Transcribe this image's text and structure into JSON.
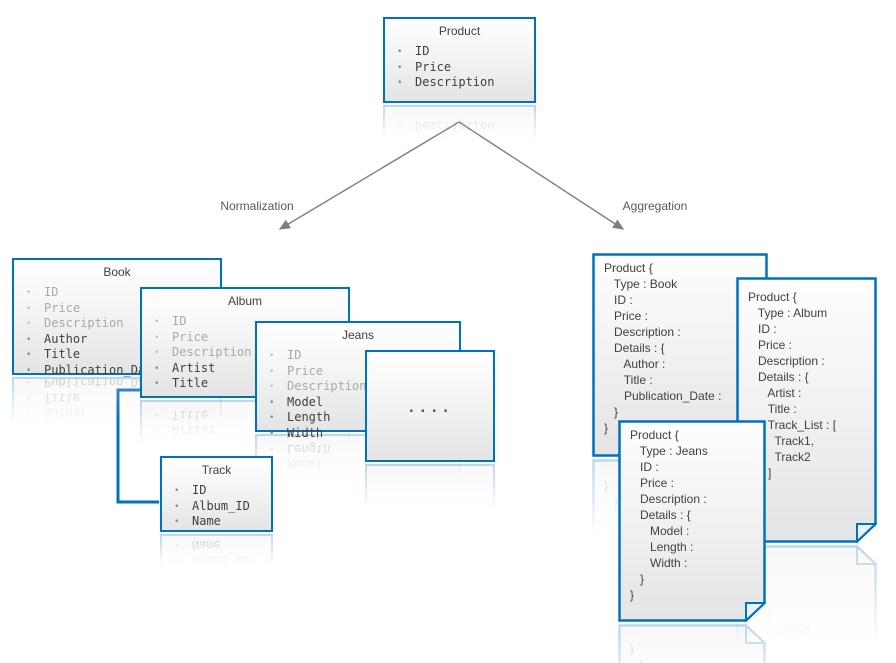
{
  "colors": {
    "border_blue": "#0070c0",
    "box_fill_top": "#ffffff",
    "box_fill_bottom": "#e4e4e4",
    "dark_text": "#3f3f3f",
    "muted_text": "#a9a9a9",
    "title_text": "#404040",
    "label_text": "#595959",
    "arrow_gray": "#7f7f7f"
  },
  "root_box": {
    "title": "Product",
    "items": [
      {
        "label": "ID",
        "muted": false
      },
      {
        "label": "Price",
        "muted": false
      },
      {
        "label": "Description",
        "muted": false
      }
    ]
  },
  "branch_labels": {
    "left": "Normalization",
    "right": "Aggregation"
  },
  "normalized_entities": {
    "book": {
      "title": "Book",
      "items": [
        {
          "label": "ID",
          "muted": true
        },
        {
          "label": "Price",
          "muted": true
        },
        {
          "label": "Description",
          "muted": true
        },
        {
          "label": "Author",
          "muted": false
        },
        {
          "label": "Title",
          "muted": false
        },
        {
          "label": "Publication_Date",
          "muted": false
        }
      ]
    },
    "album": {
      "title": "Album",
      "items": [
        {
          "label": "ID",
          "muted": true
        },
        {
          "label": "Price",
          "muted": true
        },
        {
          "label": "Description",
          "muted": true
        },
        {
          "label": "Artist",
          "muted": false
        },
        {
          "label": "Title",
          "muted": false
        }
      ]
    },
    "jeans": {
      "title": "Jeans",
      "items": [
        {
          "label": "ID",
          "muted": true
        },
        {
          "label": "Price",
          "muted": true
        },
        {
          "label": "Description",
          "muted": true
        },
        {
          "label": "Model",
          "muted": false
        },
        {
          "label": "Length",
          "muted": false
        },
        {
          "label": "Width",
          "muted": false
        }
      ]
    },
    "more": {
      "dots": "...."
    },
    "track": {
      "title": "Track",
      "items": [
        {
          "label": "ID",
          "muted": false
        },
        {
          "label": "Album_ID",
          "muted": false
        },
        {
          "label": "Name",
          "muted": false
        }
      ]
    }
  },
  "aggregated_documents": {
    "book": {
      "text": "Product {\n   Type : Book\n   ID :\n   Price :\n   Description :\n   Details : {\n      Author :\n      Title :\n      Publication_Date :\n   }\n}"
    },
    "album": {
      "text": "Product {\n   Type : Album\n   ID :\n   Price :\n   Description :\n   Details : {\n      Artist :\n      Title :\n      Track_List : [\n        Track1,\n        Track2\n      ]\n}"
    },
    "jeans": {
      "text": "Product {\n   Type : Jeans\n   ID :\n   Price :\n   Description :\n   Details : {\n      Model :\n      Length :\n      Width :\n   }\n}"
    }
  }
}
